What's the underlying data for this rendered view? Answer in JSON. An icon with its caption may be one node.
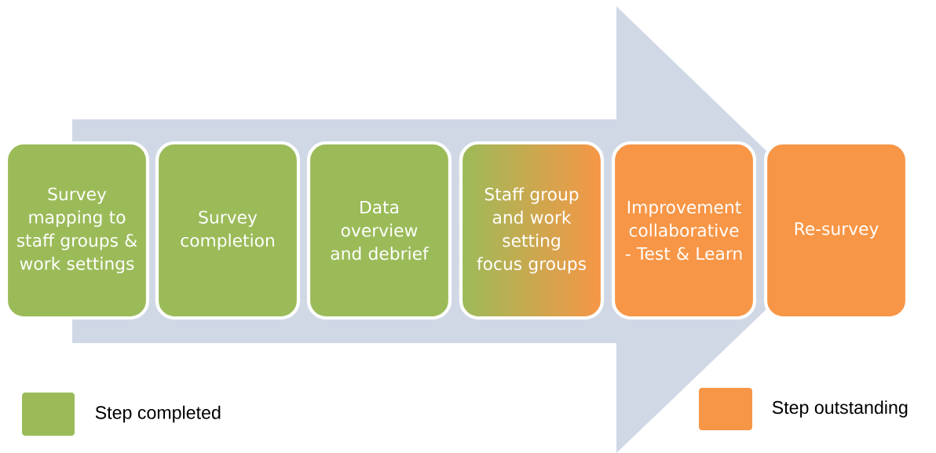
{
  "diagram": {
    "nodes": [
      {
        "text": [
          "Survey mapping to staff groups & work settings"
        ]
      },
      {
        "text": [
          "Survey completion"
        ]
      },
      {
        "text": [
          "Data overview and debrief"
        ]
      },
      {
        "text": [
          "Staff group and work setting focus groups"
        ]
      },
      {
        "text": [
          "Improvement collaborative - Test & Learn"
        ]
      },
      {
        "text": [
          "Re-survey"
        ]
      }
    ],
    "edges": [
      {
        "from": 0,
        "to": 5,
        "arrow": "to"
      }
    ],
    "legend": [
      {
        "text": "Step completed",
        "color": "#9bbb59"
      },
      {
        "text": "Step outstanding",
        "color": "#f79646"
      }
    ]
  }
}
